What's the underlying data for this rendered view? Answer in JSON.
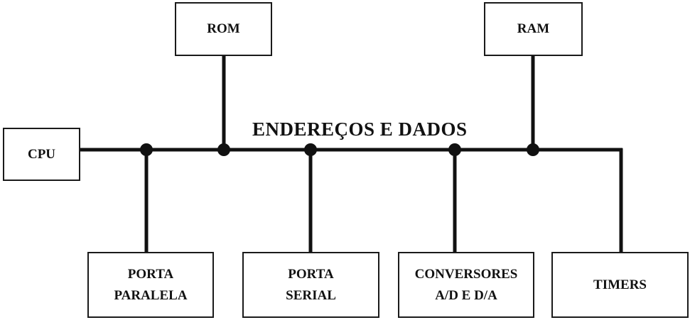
{
  "diagram": {
    "bus_label": "ENDEREÇOS E DADOS",
    "blocks": {
      "cpu": [
        "CPU"
      ],
      "rom": [
        "ROM"
      ],
      "ram": [
        "RAM"
      ],
      "porta_paralela": [
        "PORTA",
        "PARALELA"
      ],
      "porta_serial": [
        "PORTA",
        "SERIAL"
      ],
      "conversores": [
        "CONVERSORES",
        "A/D E D/A"
      ],
      "timers": [
        "TIMERS"
      ]
    },
    "line_color": "#111111"
  }
}
